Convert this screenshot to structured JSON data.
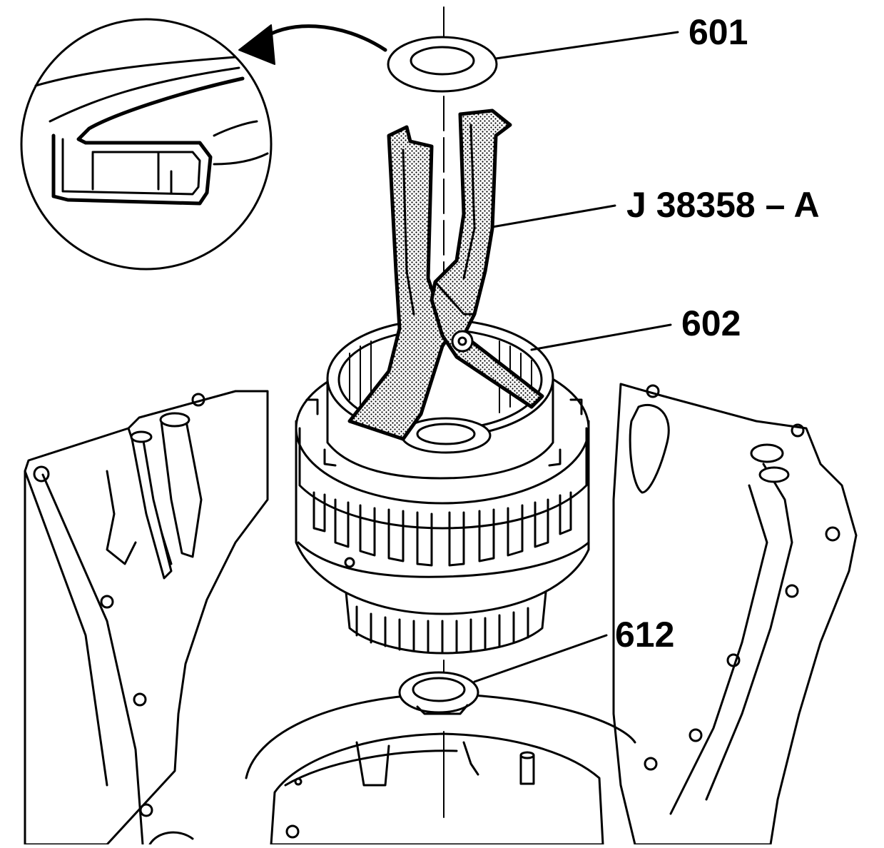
{
  "callouts": {
    "seal_top": "601",
    "tool": "J 38358 – A",
    "housing": "602",
    "seal_bottom": "612"
  }
}
